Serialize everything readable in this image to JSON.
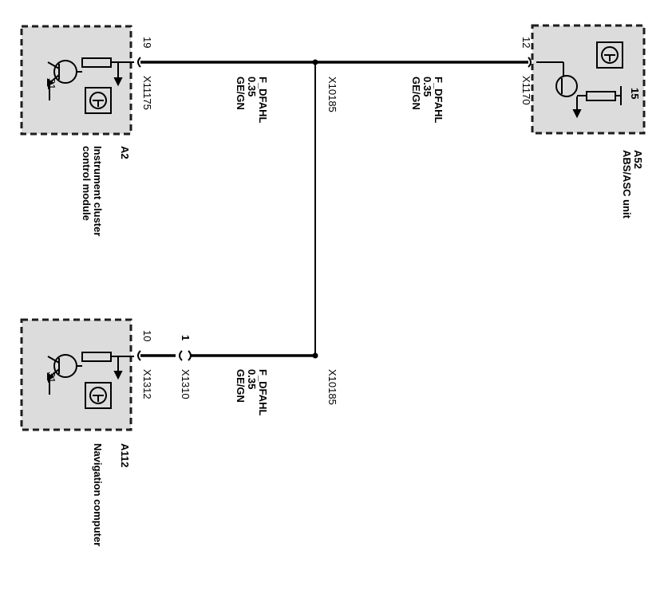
{
  "modules": [
    {
      "id": "A2",
      "name_lines": [
        "Instrument cluster",
        "control module"
      ],
      "pin": "19",
      "connector": "X11175",
      "ground": "31"
    },
    {
      "id": "A52",
      "name_lines": [
        "ABS/ASC unit"
      ],
      "pin": "12",
      "connector": "X1170",
      "supply": "15"
    },
    {
      "id": "A112",
      "name_lines": [
        "Navigation computer"
      ],
      "pin": "10",
      "connector": "X1312",
      "ground": "31"
    }
  ],
  "wires": [
    {
      "signal": "F_DFAHL",
      "size": "0.35",
      "color": "GE/GN"
    },
    {
      "signal": "F_DFAHL",
      "size": "0.35",
      "color": "GE/GN"
    },
    {
      "signal": "F_DFAHL",
      "size": "0.35",
      "color": "GE/GN"
    }
  ],
  "splices": [
    "X10185",
    "X10185"
  ],
  "inline_connector": {
    "id": "X1310",
    "pin": "1"
  }
}
